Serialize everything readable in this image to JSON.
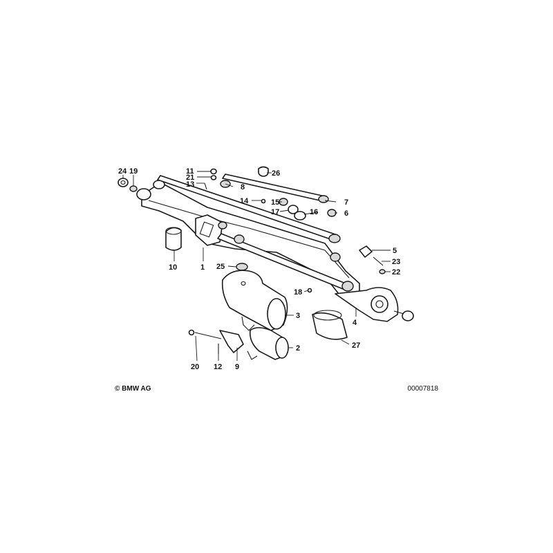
{
  "copyright": "© BMW AG",
  "image_number": "00007818",
  "callouts": [
    "1",
    "2",
    "3",
    "4",
    "5",
    "6",
    "7",
    "8",
    "9",
    "10",
    "11",
    "12",
    "13",
    "14",
    "15",
    "16",
    "17",
    "18",
    "19",
    "20",
    "21",
    "22",
    "23",
    "24",
    "25",
    "26",
    "27"
  ]
}
